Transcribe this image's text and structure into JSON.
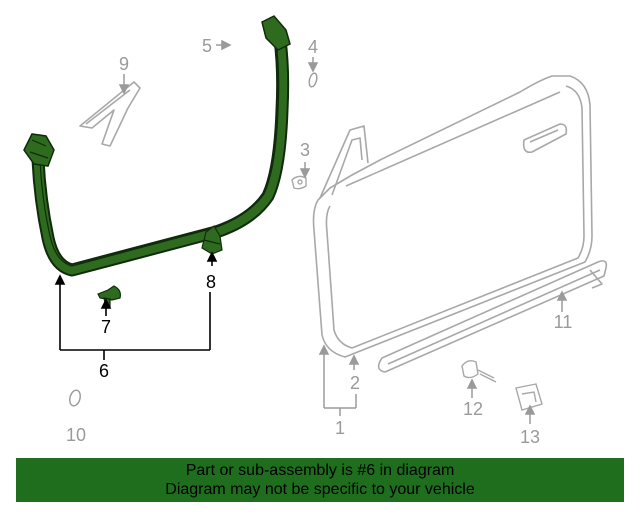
{
  "colors": {
    "highlight_fill": "#2f6b1f",
    "highlight_stroke": "#102b0c",
    "faded_part": "#a8a8a8",
    "callout_active": "#000000",
    "callout_faded": "#9a9a9a",
    "banner_bg": "#1e6e1e"
  },
  "callouts": {
    "c1": "1",
    "c2": "2",
    "c3": "3",
    "c4": "4",
    "c5": "5",
    "c6": "6",
    "c7": "7",
    "c8": "8",
    "c9": "9",
    "c10": "10",
    "c11": "11",
    "c12": "12",
    "c13": "13"
  },
  "banner": {
    "line1": "Part or sub-assembly is #6 in diagram",
    "line2": "Diagram may not be specific to your vehicle"
  }
}
